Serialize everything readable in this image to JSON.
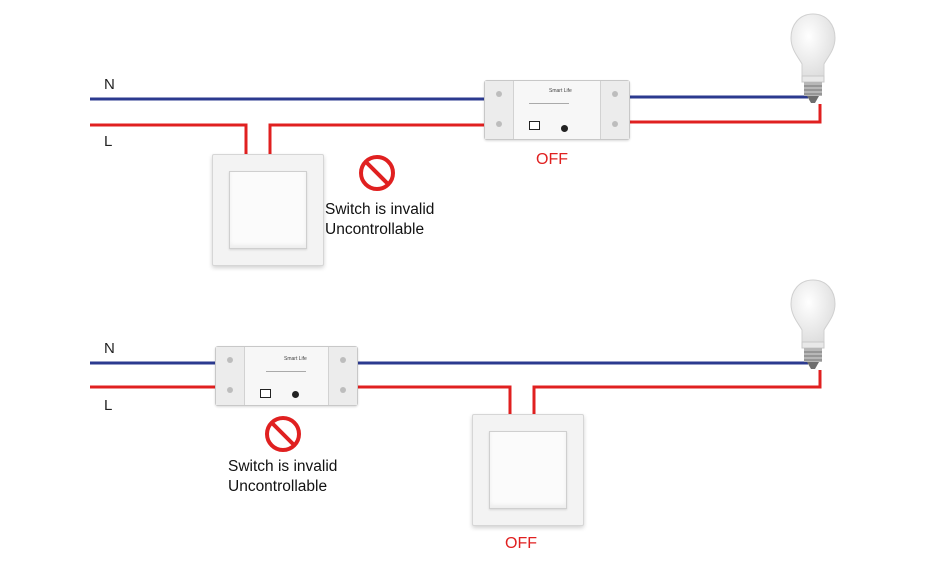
{
  "colors": {
    "neutral": "#2b3a8f",
    "live": "#e02020",
    "text": "#111111"
  },
  "top": {
    "n_label": "N",
    "l_label": "L",
    "note_line1": "Switch is invalid",
    "note_line2": "Uncontrollable",
    "off_label": "OFF",
    "module_brand": "Smart Life"
  },
  "bottom": {
    "n_label": "N",
    "l_label": "L",
    "note_line1": "Switch is invalid",
    "note_line2": "Uncontrollable",
    "off_label": "OFF",
    "module_brand": "Smart Life"
  },
  "icons": [
    "prohibited-icon",
    "light-bulb-icon"
  ]
}
